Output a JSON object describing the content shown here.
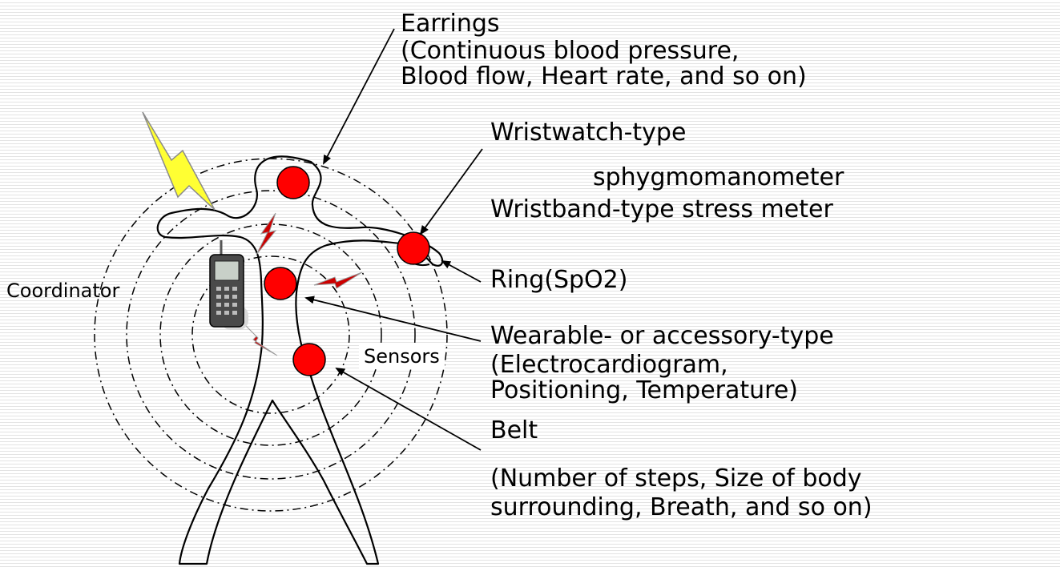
{
  "labels": {
    "earrings": {
      "title": "Earrings",
      "line1": "(Continuous blood pressure,",
      "line2": "Blood flow, Heart rate, and so on)"
    },
    "wrist": {
      "line1": "Wristwatch-type",
      "line2": "sphygmomanometer",
      "line3": "Wristband-type stress meter"
    },
    "ring": "Ring(SpO2)",
    "wearable": {
      "line1": "Wearable- or accessory-type",
      "line2": "(Electrocardiogram,",
      "line3": "Positioning, Temperature)"
    },
    "belt": {
      "title": "Belt",
      "line1": "(Number of steps, Size of body",
      "line2": "surrounding, Breath, and so on)"
    },
    "coordinator": "Coordinator",
    "sensors": "Sensors"
  },
  "colors": {
    "sensor_fill": "#ff0000",
    "lightning_primary": "#ffff33",
    "lightning_secondary": "#cc0000",
    "outline": "#000000"
  },
  "icons": [
    "phone-icon",
    "lightning-icon",
    "sensor-dot-icon"
  ]
}
